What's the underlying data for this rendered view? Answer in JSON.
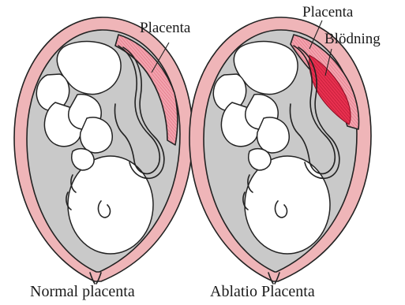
{
  "figures": [
    {
      "caption": "Normal placenta",
      "labels": [
        {
          "text": "Placenta"
        }
      ]
    },
    {
      "caption": "Ablatio Placenta",
      "labels": [
        {
          "text": "Placenta"
        },
        {
          "text": "Blödning"
        }
      ]
    }
  ],
  "colors": {
    "uterine_wall": "#efb5b8",
    "placenta": "#f08a98",
    "bleeding": "#dc1a3c",
    "amniotic_cavity": "#c9c9c9",
    "outline": "#222222"
  }
}
